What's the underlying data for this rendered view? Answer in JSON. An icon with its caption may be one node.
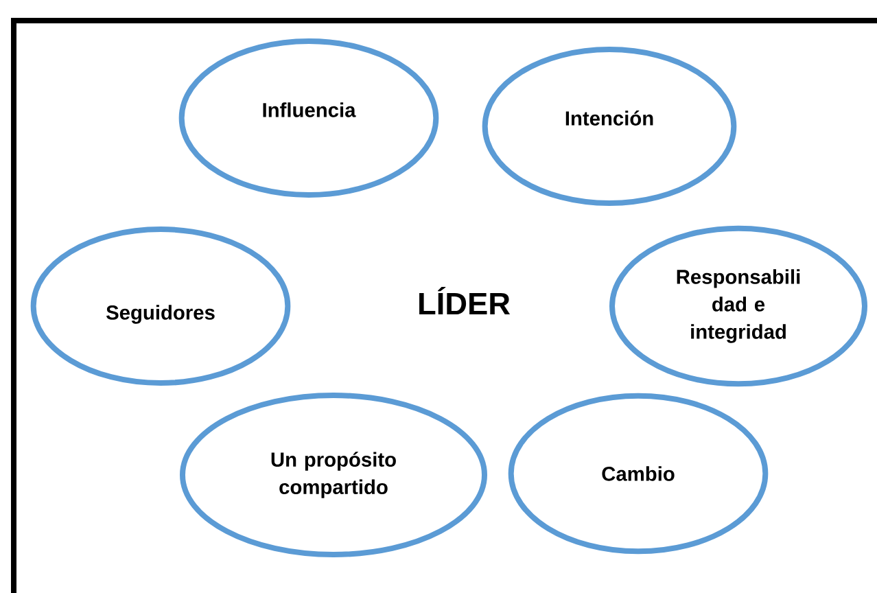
{
  "diagram": {
    "nodes": [
      {
        "text": [
          "Influencia"
        ]
      },
      {
        "text": [
          "Intención"
        ]
      },
      {
        "text": [
          "Seguidores"
        ]
      },
      {
        "text": [
          "Responsabili dad e integridad"
        ]
      },
      {
        "text": [
          "Un propósito compartido"
        ]
      },
      {
        "text": [
          "Cambio"
        ]
      }
    ],
    "labels": [
      "LÍDER"
    ]
  }
}
